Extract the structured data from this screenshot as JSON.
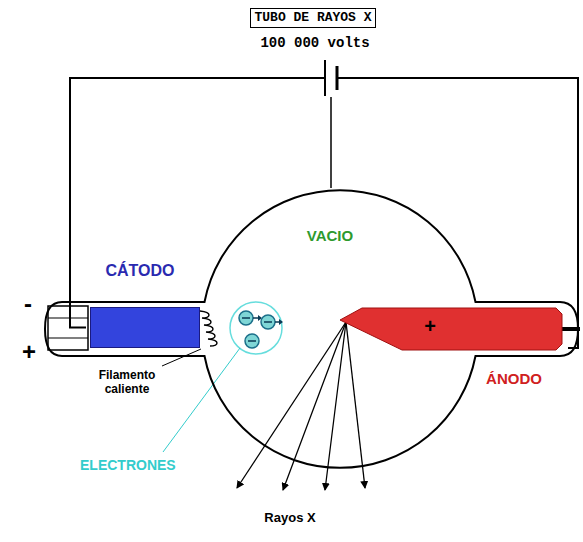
{
  "diagram": {
    "title": "TUBO DE RAYOS X",
    "nodes": [
      {
        "text": [
          "VACIO"
        ]
      },
      {
        "text": [
          "CÁTODO"
        ],
        "in": 0
      },
      {
        "text": [
          "+",
          "ÁNODO"
        ],
        "in": 0
      }
    ],
    "edges": [
      {
        "from": 1,
        "to": 2,
        "arrow": "none",
        "label": "100 000 volts"
      }
    ],
    "labels": [
      "-",
      "+",
      "Filamento caliente",
      "ELECTRONES",
      "Rayos X"
    ]
  }
}
